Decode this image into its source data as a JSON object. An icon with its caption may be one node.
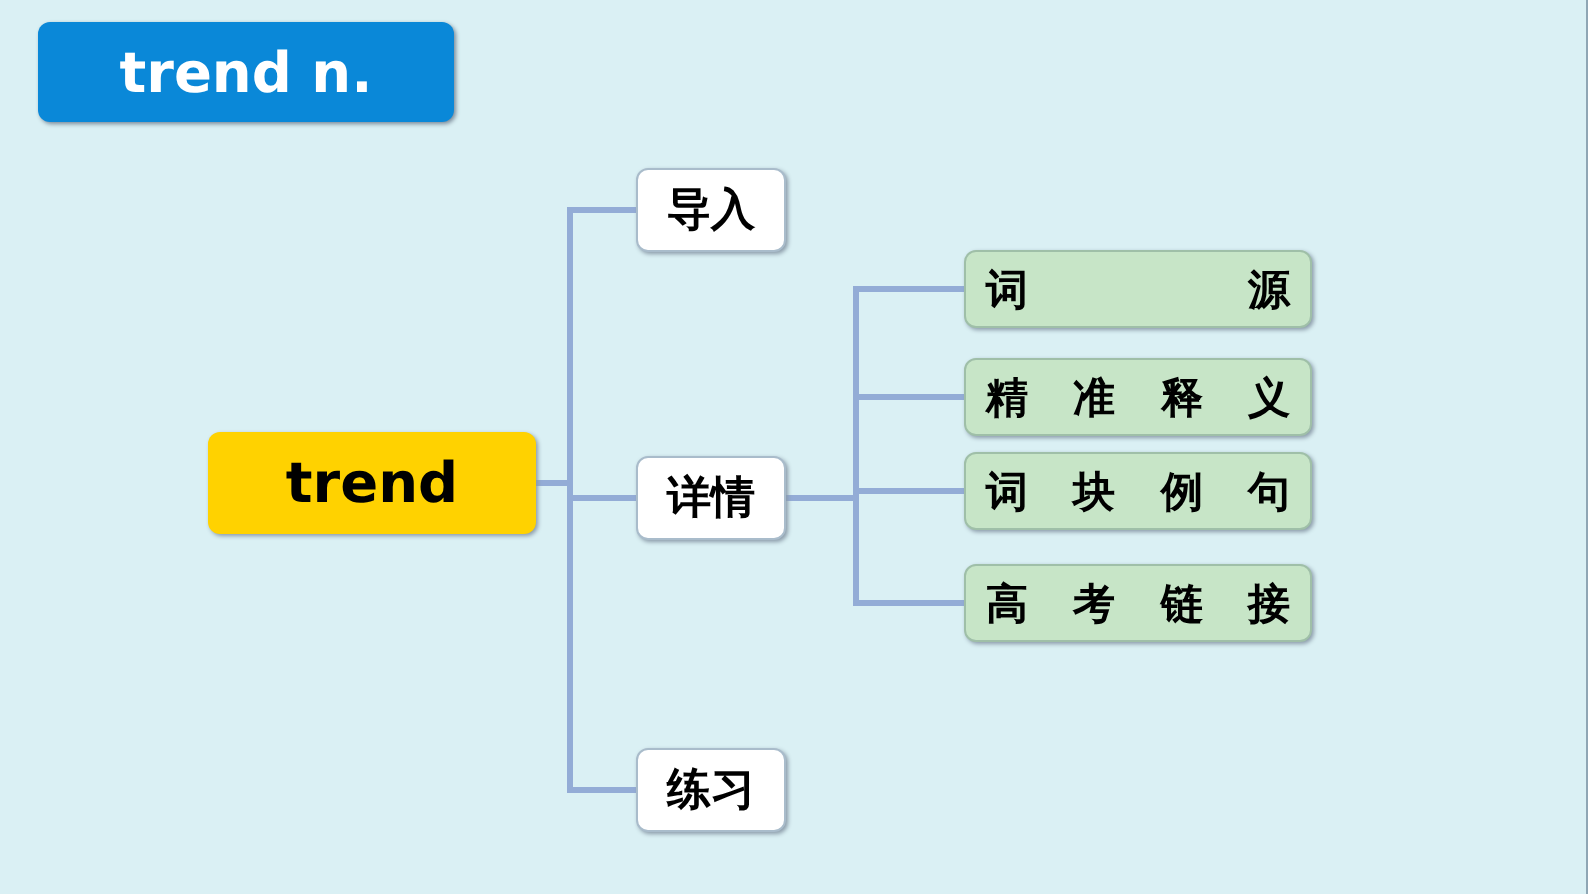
{
  "diagram": {
    "nodes": [
      {
        "text": [
          "trend n."
        ]
      },
      {
        "text": [
          "trend"
        ]
      },
      {
        "text": [
          "导入"
        ]
      },
      {
        "text": [
          "详情"
        ]
      },
      {
        "text": [
          "练习"
        ]
      },
      {
        "text": [
          "词源"
        ]
      },
      {
        "text": [
          "精准释义"
        ]
      },
      {
        "text": [
          "词块例句"
        ]
      },
      {
        "text": [
          "高考链接"
        ]
      }
    ],
    "edges": [
      {
        "from": 1,
        "to": 2,
        "arrow": "none"
      },
      {
        "from": 1,
        "to": 3,
        "arrow": "none"
      },
      {
        "from": 1,
        "to": 4,
        "arrow": "none"
      },
      {
        "from": 3,
        "to": 5,
        "arrow": "none"
      },
      {
        "from": 3,
        "to": 6,
        "arrow": "none"
      },
      {
        "from": 3,
        "to": 7,
        "arrow": "none"
      },
      {
        "from": 3,
        "to": 8,
        "arrow": "none"
      }
    ]
  }
}
